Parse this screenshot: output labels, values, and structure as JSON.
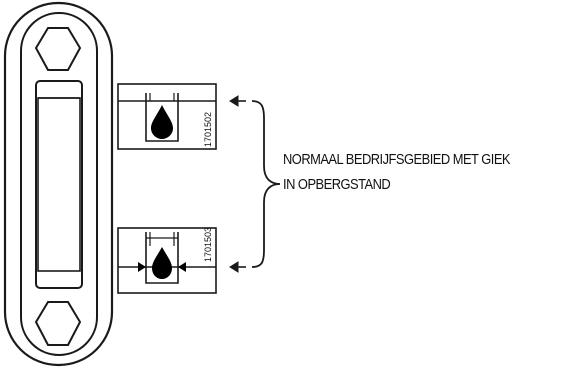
{
  "callout": {
    "line1": "NORMAAL BEDRIJFSGEBIED MET GIEK",
    "line2": "IN OPBERGSTAND"
  },
  "insets": {
    "top_code": "1701502",
    "bottom_code": "1701503"
  },
  "colors": {
    "stroke": "#1a1a1a",
    "background": "#ffffff",
    "fluid": "#000000"
  }
}
